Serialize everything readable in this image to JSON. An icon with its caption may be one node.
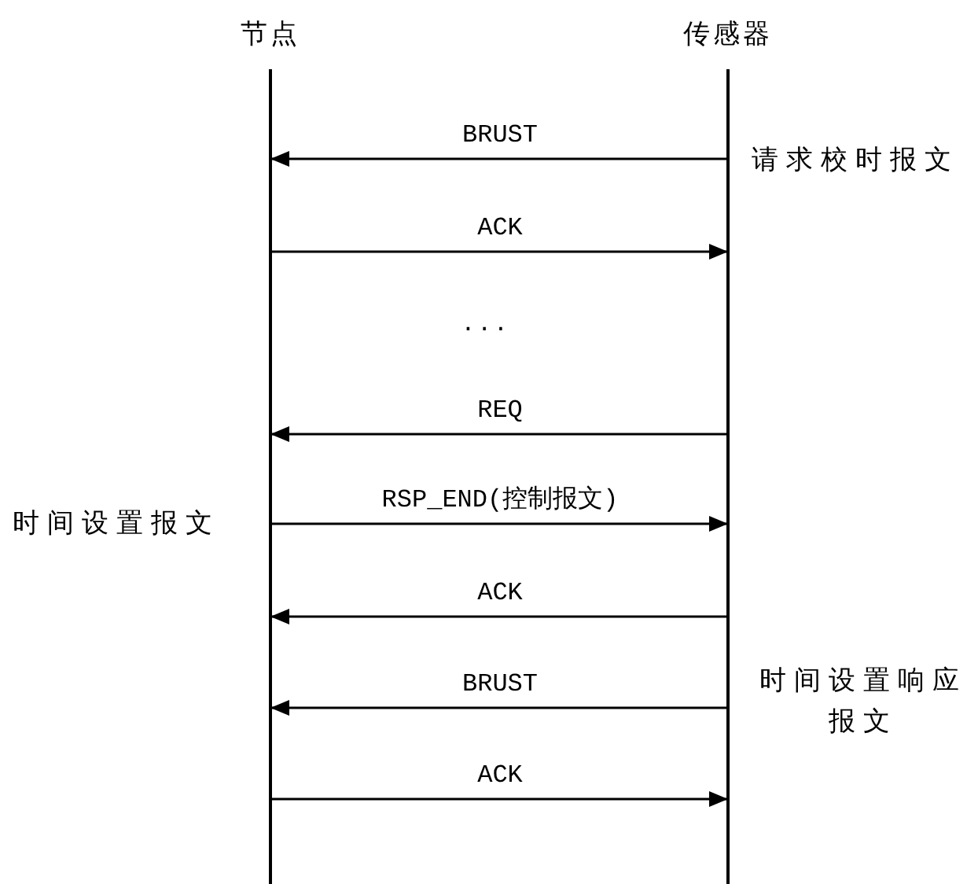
{
  "diagram": {
    "nodes": [
      {
        "text": [
          "节点"
        ]
      },
      {
        "text": [
          "传感器"
        ]
      }
    ],
    "edges": [
      {
        "from": 1,
        "to": 0,
        "arrow": "to",
        "label": "BRUST"
      },
      {
        "from": 0,
        "to": 1,
        "arrow": "to",
        "label": "ACK"
      },
      {
        "from": 1,
        "to": 0,
        "arrow": "to",
        "label": "REQ"
      },
      {
        "from": 0,
        "to": 1,
        "arrow": "to",
        "label": "RSP_END(控制报文)"
      },
      {
        "from": 1,
        "to": 0,
        "arrow": "to",
        "label": "ACK"
      },
      {
        "from": 1,
        "to": 0,
        "arrow": "to",
        "label": "BRUST"
      },
      {
        "from": 0,
        "to": 1,
        "arrow": "to",
        "label": "ACK"
      }
    ],
    "labels": [
      "请求校时报文",
      "...",
      "时间设置报文",
      "时间设置响应报文"
    ]
  }
}
